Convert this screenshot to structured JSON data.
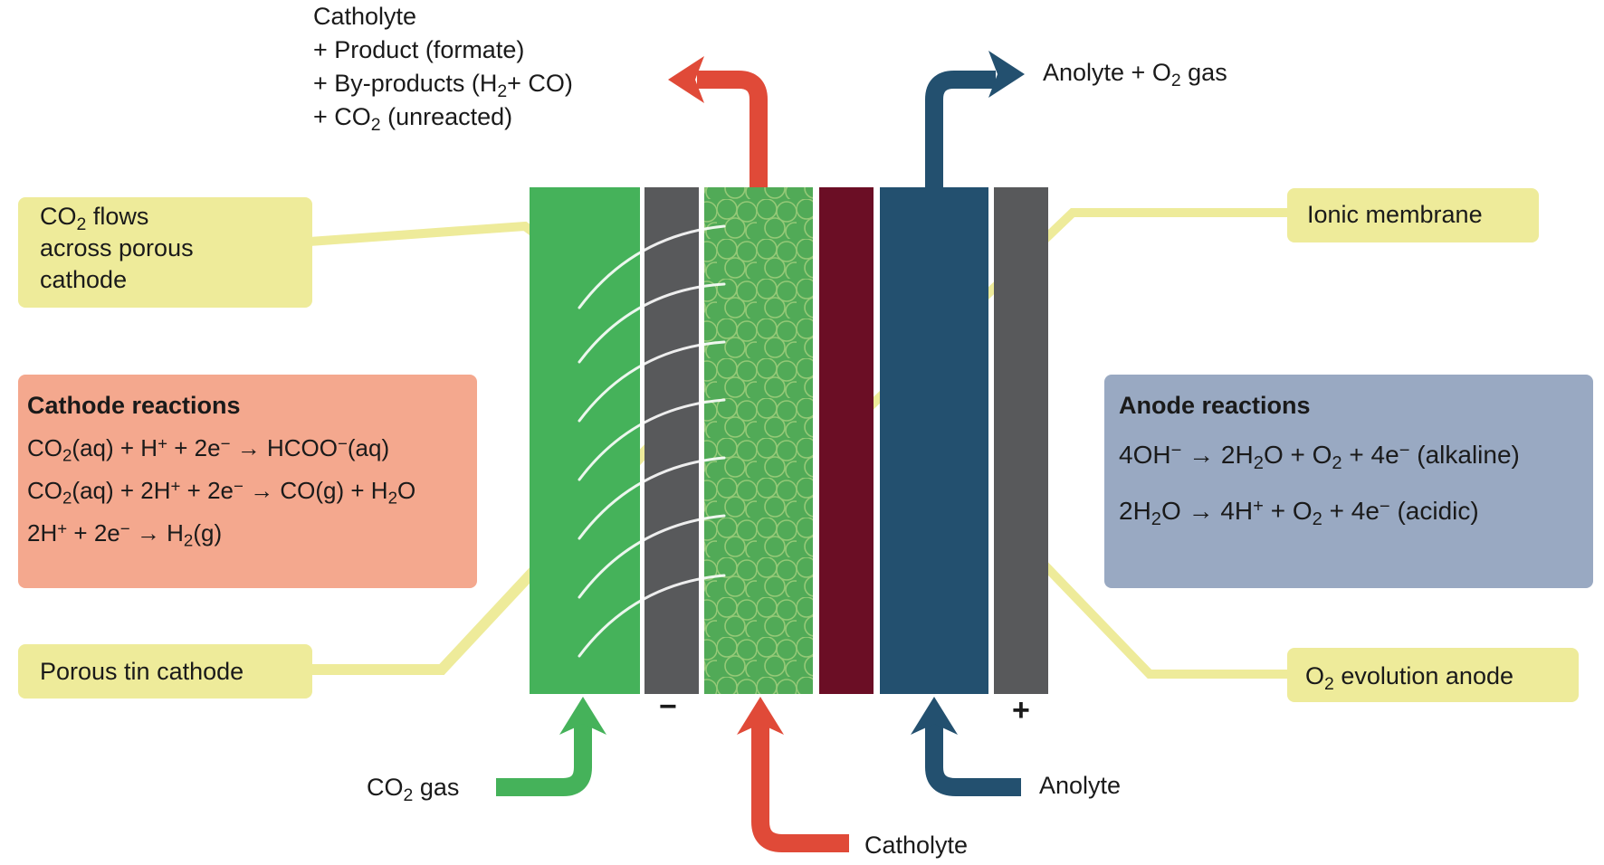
{
  "colors": {
    "cathode_green": "#45b25a",
    "electrode_grey": "#58595b",
    "catalyst_red": "#e04a38",
    "membrane_maroon": "#6b0e25",
    "anolyte_blue": "#23506f",
    "callout_yellow": "#eeeb9a",
    "cathode_box": "#f4a88e",
    "anode_box": "#99a9c2"
  },
  "outlets": {
    "catholyte_out": {
      "line1": "Catholyte",
      "line2": "+ Product (formate)",
      "line3_prefix": "+ By-products (H",
      "line3_sub": "2",
      "line3_suffix": "+ CO)",
      "line4_prefix": "+ CO",
      "line4_sub": "2",
      "line4_suffix": " (unreacted)"
    },
    "anolyte_out": {
      "prefix": "Anolyte + O",
      "sub": "2",
      "suffix": " gas"
    }
  },
  "inlets": {
    "co2_gas": {
      "prefix": "CO",
      "sub": "2",
      "suffix": " gas"
    },
    "catholyte": "Catholyte",
    "anolyte": "Anolyte"
  },
  "callouts": {
    "co2_flows": {
      "l1_prefix": "CO",
      "l1_sub": "2",
      "l1_suffix": " flows",
      "l2": "across porous",
      "l3": "cathode"
    },
    "porous_tin_cathode": "Porous tin cathode",
    "ionic_membrane": "Ionic membrane",
    "o2_anode": {
      "prefix": "O",
      "sub": "2",
      "suffix": " evolution anode"
    }
  },
  "cathode_reactions": {
    "title": "Cathode reactions",
    "eq1": [
      "CO",
      "2",
      "(aq) + H",
      "+",
      " + 2e",
      "−",
      " → HCOO",
      "−",
      "(aq)"
    ],
    "eq2": [
      "CO",
      "2",
      "(aq) + 2H",
      "+",
      " + 2e",
      "−",
      " → CO(g) + H",
      "2",
      "O"
    ],
    "eq3": [
      "2H",
      "+",
      " + 2e",
      "−",
      " → H",
      "2",
      "(g)"
    ]
  },
  "anode_reactions": {
    "title": "Anode reactions",
    "eq1": [
      "4OH",
      "−",
      " → 2H",
      "2",
      "O + O",
      "2",
      " + 4e",
      "−",
      " (alkaline)"
    ],
    "eq2": [
      "2H",
      "2",
      "O → 4H",
      "+",
      " + O",
      "2",
      " + 4e",
      "−",
      " (acidic)"
    ]
  },
  "terminals": {
    "negative": "−",
    "positive": "+"
  }
}
